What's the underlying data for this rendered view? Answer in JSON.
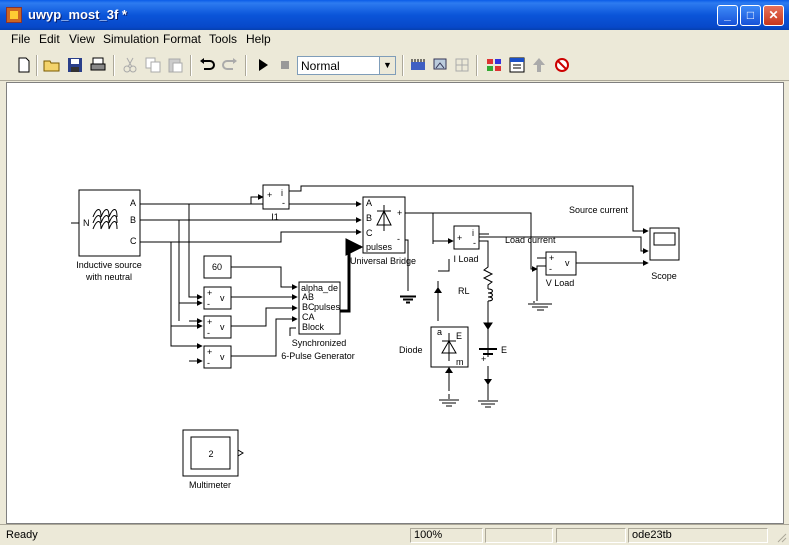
{
  "window": {
    "title": "uwyp_most_3f *"
  },
  "menubar": [
    "File",
    "Edit",
    "View",
    "Simulation",
    "Format",
    "Tools",
    "Help"
  ],
  "toolbar": {
    "sim_mode": "Normal"
  },
  "blocks": {
    "inductive_source": {
      "label1": "Inductive source",
      "label2": "with neutral",
      "port_n": "N",
      "port_a": "A",
      "port_b": "B",
      "port_c": "C"
    },
    "i1": {
      "label": "I1",
      "port_i": "i",
      "port_plus": "+",
      "port_minus": "-"
    },
    "bridge": {
      "label": "Universal Bridge",
      "port_a": "A",
      "port_b": "B",
      "port_c": "C",
      "port_pulses": "pulses",
      "port_plus": "+",
      "port_minus": "-"
    },
    "const60": {
      "value": "60"
    },
    "pulse_gen": {
      "label1": "Synchronized",
      "label2": "6-Pulse Generator",
      "port1": "alpha_de",
      "port2": "AB",
      "port3": "BC",
      "port3b": "pulses",
      "port4": "CA",
      "port5": "Block"
    },
    "vmeas": {
      "port_plus": "+",
      "port_minus": "-",
      "port_v": "v"
    },
    "iload": {
      "label": "I Load",
      "port_i": "i",
      "port_plus": "+",
      "port_minus": "-"
    },
    "rl": {
      "label": "RL"
    },
    "e": {
      "label": "E"
    },
    "diode": {
      "label": "Diode",
      "port_a": "a",
      "port_m": "m"
    },
    "vload": {
      "label": "V Load",
      "port_v": "v"
    },
    "scope": {
      "label": "Scope"
    },
    "multimeter": {
      "label": "Multimeter",
      "value": "2"
    },
    "signals": {
      "source_current": "Source current",
      "load_current": "Load current"
    }
  },
  "status": {
    "state": "Ready",
    "zoom": "100%",
    "solver": "ode23tb"
  }
}
